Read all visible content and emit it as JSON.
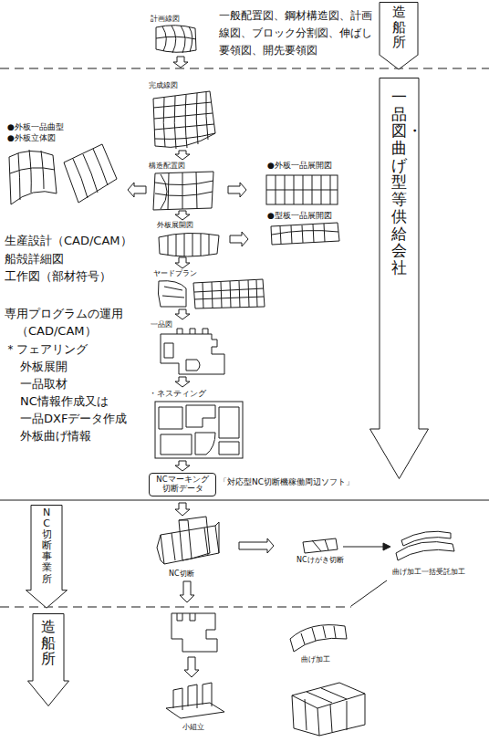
{
  "diagram": {
    "nodes": [
      {
        "text": [
          "造船所"
        ]
      },
      {
        "text": [
          "一品図・曲げ型等供給会社"
        ]
      },
      {
        "text": [
          "NC切断事業所"
        ]
      },
      {
        "text": [
          "造船所"
        ]
      },
      {
        "text": [
          "NCマーキング 切断データ"
        ]
      }
    ],
    "labels": [
      "計画線図",
      "一般配置図、鋼材構造図、計画線図、ブロック分割図、伸ばし要領図、開先要領図",
      "完成線図",
      "●外板一品曲型",
      "●外板立体図",
      "構造配置図",
      "●外板一品展開図",
      "●型板一品展開図",
      "外板展開図",
      "生産設計（CAD/CAM）",
      "船殻詳細図",
      "工作図（部材符号）",
      "ヤードプラン",
      "専用プログラムの運用",
      "（CAD/CAM）",
      "一品図",
      "＊フェアリング",
      "外板展開",
      "一品取材",
      "・ネスティング",
      "NC情報作成又は",
      "一品DXFデータ作成",
      "外板曲げ情報",
      "「対応型NC切断機稼働周辺ソフト」",
      "NC切断",
      "NCけがき切断",
      "曲げ加工一括受託加工",
      "曲げ加工",
      "小組立"
    ]
  }
}
